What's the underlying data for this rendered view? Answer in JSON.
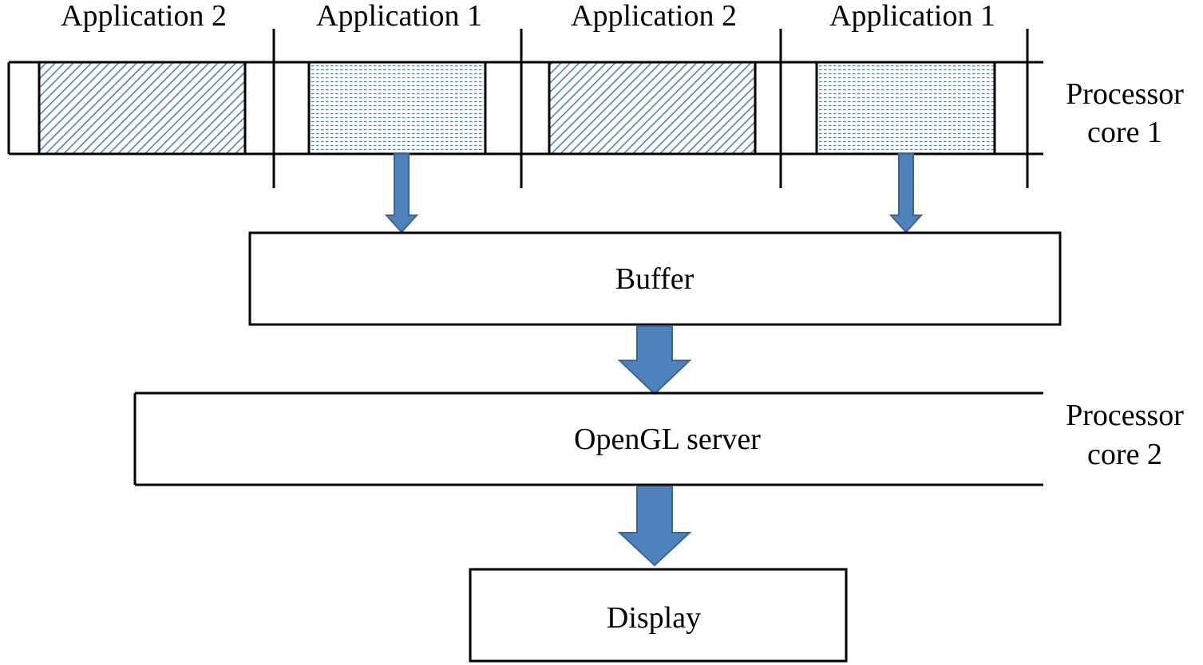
{
  "timeline": {
    "slots": [
      {
        "label": "Application 2",
        "pattern": "diagonal"
      },
      {
        "label": "Application 1",
        "pattern": "dotted"
      },
      {
        "label": "Application 2",
        "pattern": "diagonal"
      },
      {
        "label": "Application 1",
        "pattern": "dotted"
      }
    ]
  },
  "cores": {
    "core1": {
      "line1": "Processor",
      "line2": "core 1"
    },
    "core2": {
      "line1": "Processor",
      "line2": "core 2"
    }
  },
  "boxes": {
    "buffer": "Buffer",
    "opengl_server": "OpenGL server",
    "display": "Display"
  },
  "colors": {
    "arrow_fill": "#4F81BD",
    "arrow_stroke": "#3A6598",
    "pattern_line": "#4F81BD",
    "outline": "#000000"
  }
}
